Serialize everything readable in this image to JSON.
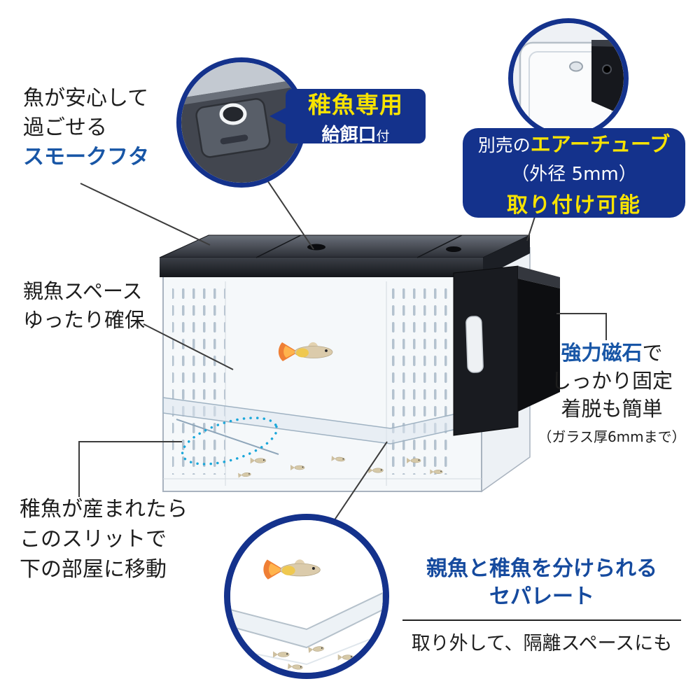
{
  "colors": {
    "badge_navy": "#14328c",
    "accent_yellow": "#f8e300",
    "heading_blue": "#1856a6",
    "highlight_cyan": "#1ba7da",
    "text_black": "#1d1d1d"
  },
  "callouts": {
    "smoke_lid": {
      "line1": "魚が安心して",
      "line2": "過ごせる",
      "line3": "スモークフタ"
    },
    "feeding_port": {
      "title": "稚魚専用",
      "sub_main": "給餌口",
      "sub_small": "付"
    },
    "air_tube": {
      "line1_plain": "別売の",
      "line1_em": "エアーチューブ",
      "line2": "（外径 5mm）",
      "line3": "取り付け可能"
    },
    "parent_space": {
      "line1": "親魚スペース",
      "line2": "ゆったり確保"
    },
    "magnet": {
      "line1_em": "強力磁石",
      "line1_plain": "で",
      "line2": "しっかり固定",
      "line3": "着脱も簡単",
      "line4": "（ガラス厚6mmまで）"
    },
    "slit": {
      "line1": "稚魚が産まれたら",
      "line2": "このスリットで",
      "line3": "下の部屋に移動"
    },
    "separator": {
      "line1": "親魚と稚魚を分けられる",
      "line2": "セパレート",
      "line3": "取り外して、隔離スペースにも"
    }
  }
}
